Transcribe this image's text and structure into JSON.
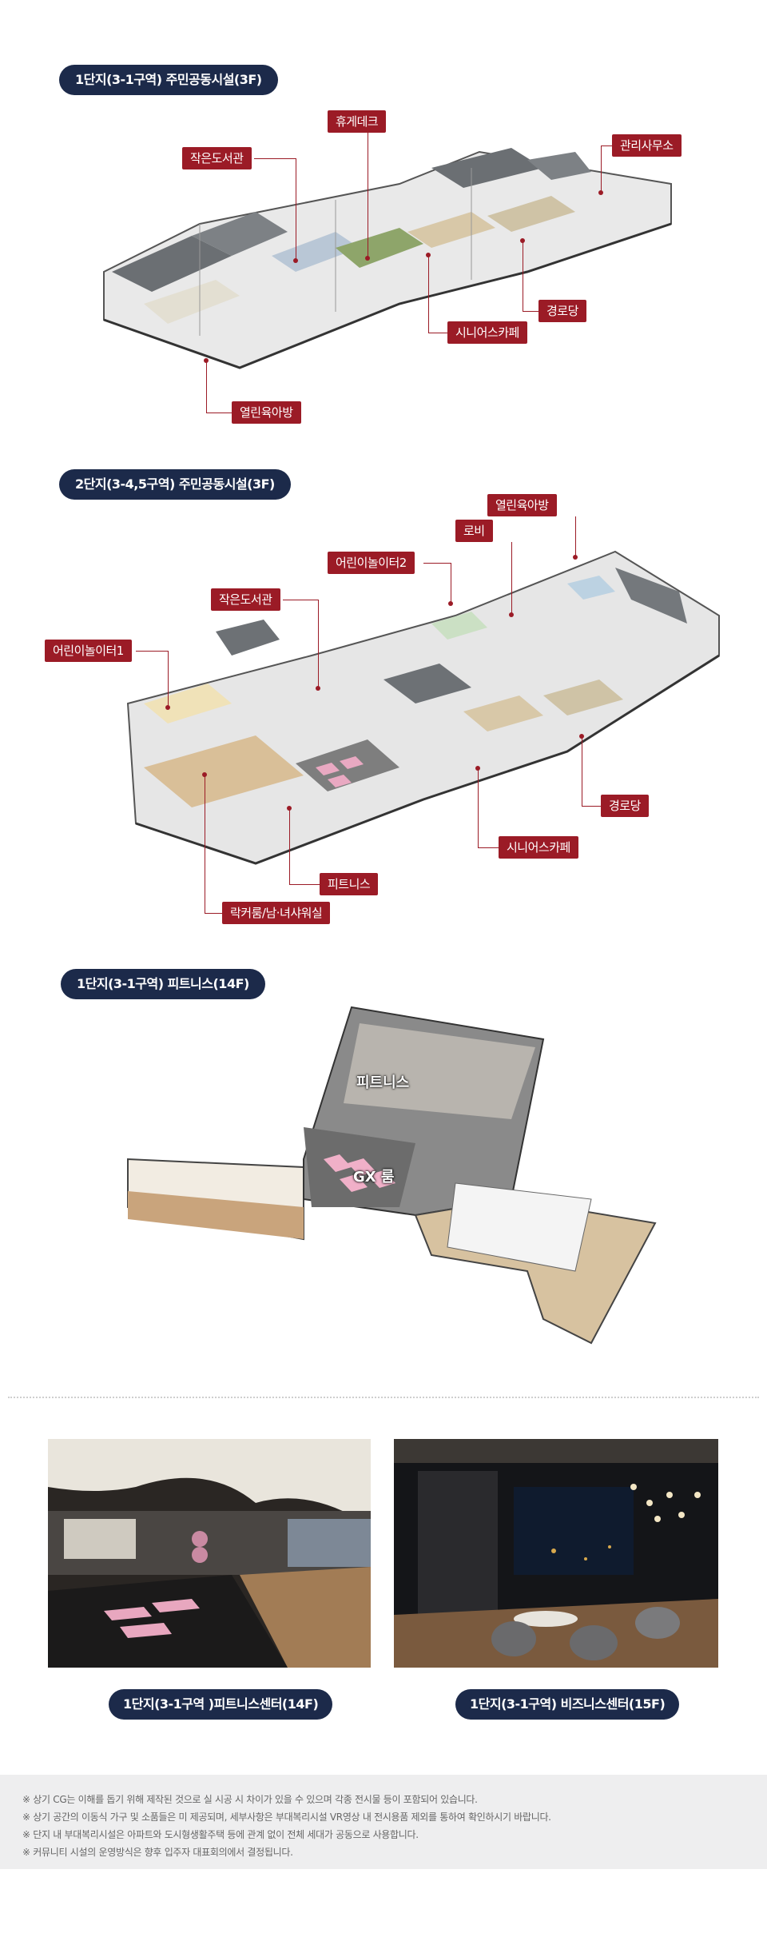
{
  "sections": [
    {
      "title": "1단지(3-1구역) 주민공동시설(3F)",
      "labels": [
        "작은도서관",
        "휴게데크",
        "관리사무소",
        "경로당",
        "시니어스카페",
        "열린육아방"
      ]
    },
    {
      "title": "2단지(3-4,5구역) 주민공동시설(3F)",
      "labels": [
        "열린육아방",
        "로비",
        "어린이놀이터2",
        "작은도서관",
        "어린이놀이터1",
        "경로당",
        "시니어스카페",
        "피트니스",
        "락커룸/남·녀샤워실"
      ]
    },
    {
      "title": "1단지(3-1구역) 피트니스(14F)",
      "labels": [
        "피트니스",
        "GX 룸"
      ]
    }
  ],
  "photos": [
    {
      "caption": "1단지(3-1구역 )피트니스센터(14F)"
    },
    {
      "caption": "1단지(3-1구역) 비즈니스센터(15F)"
    }
  ],
  "notes": [
    "※ 상기 CG는 이해를 돕기 위해 제작된 것으로 실 시공 시 차이가 있을 수 있으며 각종 전시물 등이 포함되어 있습니다.",
    "※ 상기 공간의  이동식 가구 및 소품들은 미 제공되며, 세부사항은 부대복리시설 VR영상 내 전시용품 제외를 통하여 확인하시기 바랍니다.",
    "※ 단지 내 부대복리시설은 아파트와 도시형생활주택 등에 관계 없이 전체 세대가 공동으로 사용합니다.",
    "※ 커뮤니티 시설의 운영방식은 향후 입주자 대표회의에서 결정됩니다."
  ],
  "colors": {
    "navy": "#1c2a4a",
    "label_red": "#9b1b26",
    "note_bg": "#eeeeef"
  }
}
